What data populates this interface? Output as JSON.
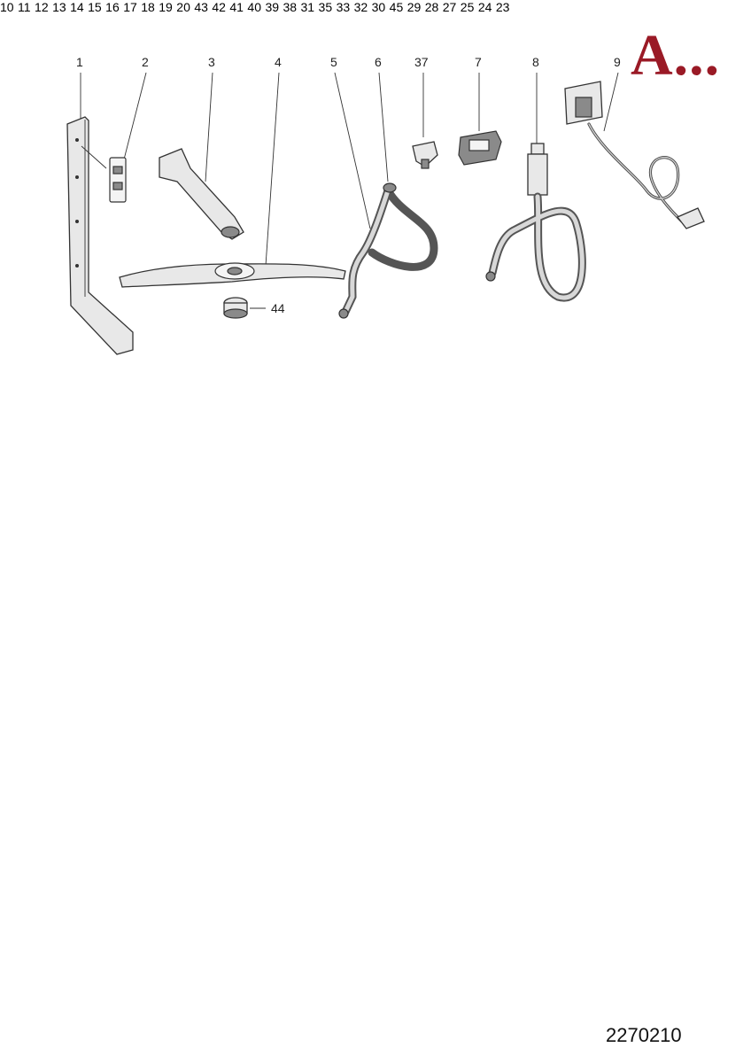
{
  "brand": "A...",
  "document_code": "2270210",
  "callouts": {
    "n1": "1",
    "n2": "2",
    "n3": "3",
    "n4": "4",
    "n5": "5",
    "n6": "6",
    "n37": "37",
    "n7": "7",
    "n8": "8",
    "n9": "9",
    "n10": "10",
    "n11": "11",
    "n12": "12",
    "n13": "13",
    "n14": "14",
    "n15": "15",
    "n16": "16",
    "n17": "17",
    "n18": "18",
    "n19": "19",
    "n20": "20",
    "n23": "23",
    "n24": "24",
    "n25": "25",
    "n27": "27",
    "n28": "28",
    "n29": "29",
    "n30": "30",
    "n31": "31",
    "n32": "32",
    "n33": "33",
    "n35": "35",
    "n38": "38",
    "n39": "39",
    "n40": "40",
    "n41": "41",
    "n42": "42",
    "n43": "43",
    "n44": "44",
    "n45": "45"
  }
}
